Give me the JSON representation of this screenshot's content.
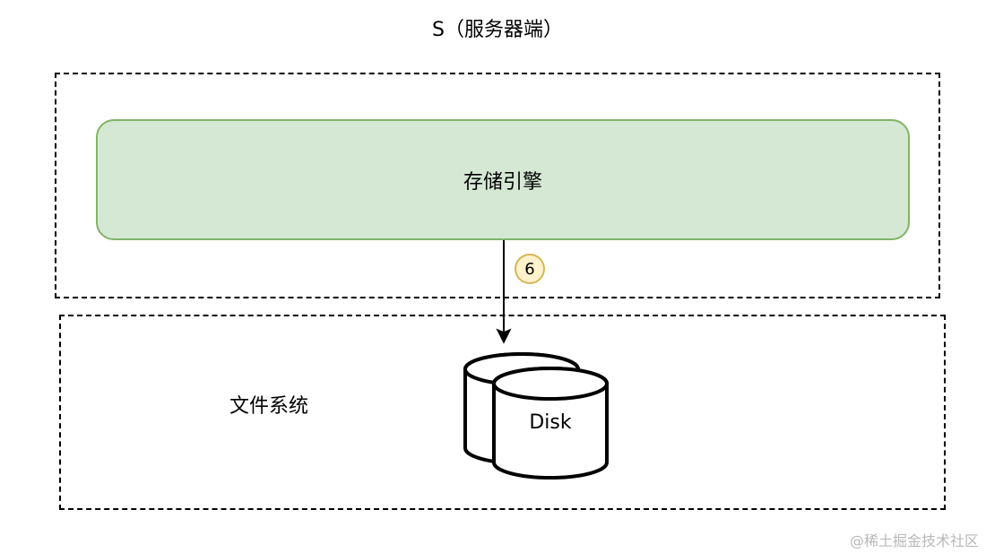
{
  "title": "S（服务器端）",
  "storage_engine": {
    "label": "存储引擎"
  },
  "file_system": {
    "label": "文件系统"
  },
  "step": {
    "number": "6"
  },
  "disk": {
    "label": "Disk"
  },
  "watermark": "@稀土掘金技术社区",
  "colors": {
    "engine_fill": "#d5e8d4",
    "engine_border": "#82b366",
    "badge_fill": "#fff2cc",
    "badge_border": "#d6b656"
  }
}
